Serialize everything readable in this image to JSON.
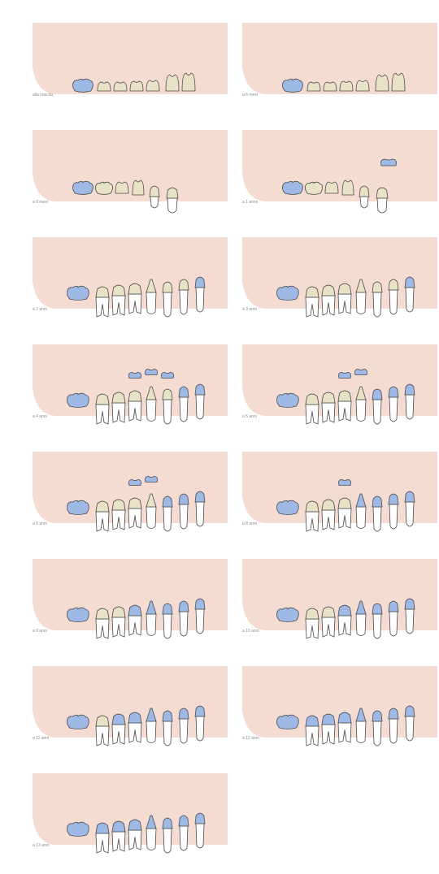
{
  "figure": {
    "colors": {
      "gum": "#f4dcd2",
      "deciduous_tooth": "#e8e2c7",
      "permanent_tooth": "#9fb9e6",
      "root": "#ffffff",
      "outline": "#4a4a4a"
    },
    "panels": [
      {
        "label": "alla nascita"
      },
      {
        "label": "a 6 mesi"
      },
      {
        "label": "a 9 mesi"
      },
      {
        "label": "a 1 anno"
      },
      {
        "label": "a 2 anni"
      },
      {
        "label": "a 3 anni"
      },
      {
        "label": "a 4 anni"
      },
      {
        "label": "a 5 anni"
      },
      {
        "label": "a 6 anni"
      },
      {
        "label": "a 8 anni"
      },
      {
        "label": "a 9 anni"
      },
      {
        "label": "a 10 anni"
      },
      {
        "label": "a 11 anni"
      },
      {
        "label": "a 12 anni"
      },
      {
        "label": "a 13 anni"
      }
    ]
  }
}
